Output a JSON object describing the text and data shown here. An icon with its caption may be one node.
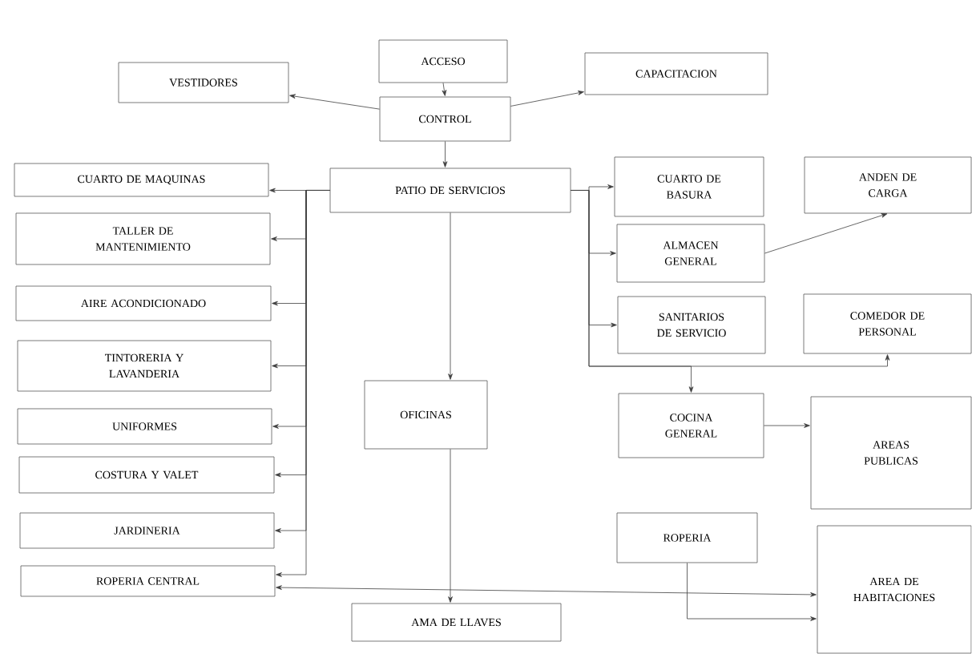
{
  "diagram": {
    "nodes": [
      {
        "text": [
          "ACCESO"
        ]
      },
      {
        "text": [
          "VESTIDORES"
        ]
      },
      {
        "text": [
          "CAPACITACION"
        ]
      },
      {
        "text": [
          "CONTROL"
        ]
      },
      {
        "text": [
          "CUARTO DE MAQUINAS"
        ]
      },
      {
        "text": [
          "PATIO DE SERVICIOS"
        ]
      },
      {
        "text": [
          "CUARTO DE BASURA"
        ]
      },
      {
        "text": [
          "ANDEN DE CARGA"
        ]
      },
      {
        "text": [
          "TALLER DE MANTENIMIENTO"
        ]
      },
      {
        "text": [
          "ALMACEN GENERAL"
        ]
      },
      {
        "text": [
          "AIRE ACONDICIONADO"
        ]
      },
      {
        "text": [
          "SANITARIOS DE SERVICIO"
        ]
      },
      {
        "text": [
          "COMEDOR DE PERSONAL"
        ]
      },
      {
        "text": [
          "TINTORERIA Y LAVANDERIA"
        ]
      },
      {
        "text": [
          "OFICINAS"
        ]
      },
      {
        "text": [
          "COCINA GENERAL"
        ]
      },
      {
        "text": [
          "AREAS PUBLICAS"
        ]
      },
      {
        "text": [
          "UNIFORMES"
        ]
      },
      {
        "text": [
          "COSTURA Y VALET"
        ]
      },
      {
        "text": [
          "JARDINERIA"
        ]
      },
      {
        "text": [
          "ROPERIA"
        ]
      },
      {
        "text": [
          "ROPERIA CENTRAL"
        ]
      },
      {
        "text": [
          "AREA DE HABITACIONES"
        ]
      },
      {
        "text": [
          "AMA DE LLAVES"
        ]
      }
    ],
    "edges": [
      {
        "from": 0,
        "to": 3,
        "arrow": "to"
      },
      {
        "from": 3,
        "to": 1,
        "arrow": "to"
      },
      {
        "from": 3,
        "to": 2,
        "arrow": "to"
      },
      {
        "from": 3,
        "to": 5,
        "arrow": "to"
      },
      {
        "from": 5,
        "to": 4,
        "arrow": "to"
      },
      {
        "from": 5,
        "to": 8,
        "arrow": "to"
      },
      {
        "from": 5,
        "to": 10,
        "arrow": "to"
      },
      {
        "from": 5,
        "to": 13,
        "arrow": "to"
      },
      {
        "from": 5,
        "to": 17,
        "arrow": "to"
      },
      {
        "from": 5,
        "to": 18,
        "arrow": "to"
      },
      {
        "from": 5,
        "to": 19,
        "arrow": "to"
      },
      {
        "from": 5,
        "to": 21,
        "arrow": "to"
      },
      {
        "from": 5,
        "to": 6,
        "arrow": "to"
      },
      {
        "from": 5,
        "to": 9,
        "arrow": "to"
      },
      {
        "from": 5,
        "to": 11,
        "arrow": "to"
      },
      {
        "from": 5,
        "to": 12,
        "arrow": "to"
      },
      {
        "from": 5,
        "to": 15,
        "arrow": "to"
      },
      {
        "from": 9,
        "to": 7,
        "arrow": "to"
      },
      {
        "from": 5,
        "to": 14,
        "arrow": "to"
      },
      {
        "from": 14,
        "to": 23,
        "arrow": "to"
      },
      {
        "from": 15,
        "to": 16,
        "arrow": "to"
      },
      {
        "from": 21,
        "to": 22,
        "arrow": "both"
      },
      {
        "from": 20,
        "to": 22,
        "arrow": "to"
      }
    ]
  }
}
